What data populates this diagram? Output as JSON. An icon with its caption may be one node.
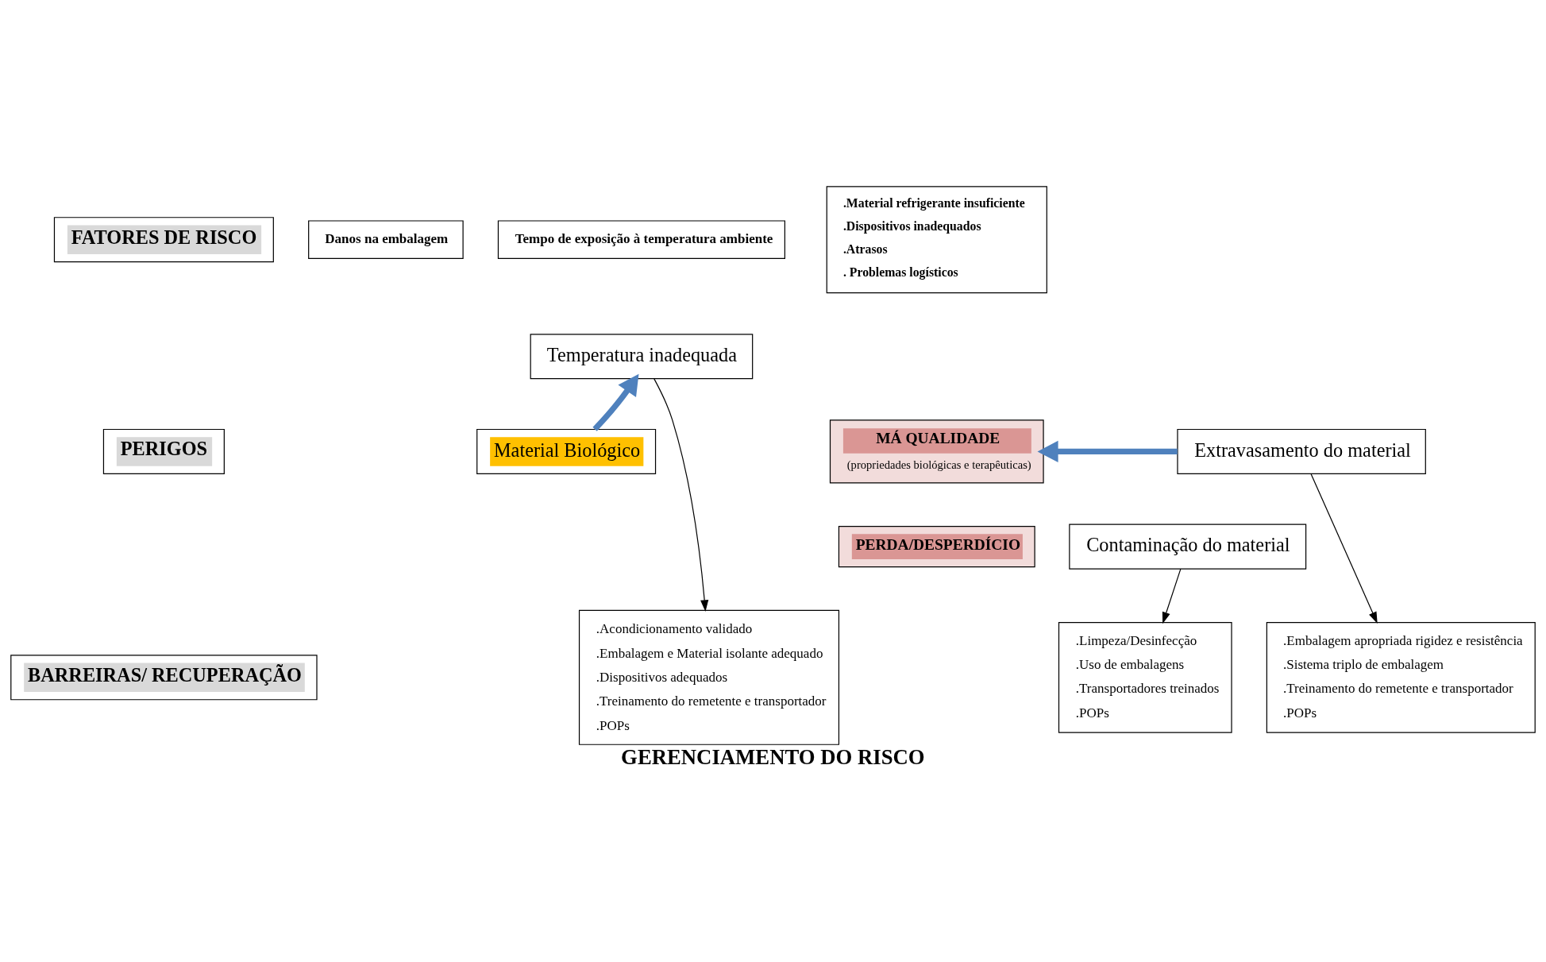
{
  "diagram": {
    "caption": "GERENCIAMENTO DO RISCO",
    "nodes": [
      {
        "text": [
          "FATORES DE RISCO"
        ]
      },
      {
        "text": [
          "Danos na embalagem"
        ]
      },
      {
        "text": [
          "Tempo de exposição à temperatura ambiente"
        ]
      },
      {
        "text": [
          ".Material refrigerante insuficiente",
          ".Dispositivos inadequados",
          ".Atrasos",
          ". Problemas logísticos"
        ]
      },
      {
        "text": [
          "Temperatura inadequada"
        ]
      },
      {
        "text": [
          "PERIGOS"
        ]
      },
      {
        "text": [
          "Material Biológico"
        ]
      },
      {
        "text": [
          "Extravasamento do material"
        ]
      },
      {
        "text": [
          "Contaminação do material"
        ]
      },
      {
        "text": [
          "MÁ QUALIDADE",
          "(propriedades biológicas e terapêuticas)"
        ]
      },
      {
        "text": [
          "PERDA/DESPERDÍCIO"
        ]
      },
      {
        "text": [
          "BARREIRAS/ RECUPERAÇÃO"
        ]
      },
      {
        "text": [
          ".Acondicionamento validado",
          ".Embalagem e Material isolante adequado",
          ".Dispositivos adequados",
          ".Treinamento do remetente e transportador",
          ".POPs"
        ]
      },
      {
        "text": [
          ".Embalagem apropriada rigidez e resistência",
          ".Sistema triplo de embalagem",
          ".Treinamento do remetente e transportador",
          ".POPs"
        ]
      },
      {
        "text": [
          ".Limpeza/Desinfecção",
          ".Uso de embalagens",
          ".Transportadores treinados",
          ".POPs"
        ]
      }
    ],
    "edges": [
      {
        "from": 6,
        "to": 4,
        "arrow": "to",
        "style": "thick",
        "color": "#4f81bd"
      },
      {
        "from": 7,
        "to": 9,
        "arrow": "to",
        "style": "thick",
        "color": "#4f81bd"
      },
      {
        "from": 4,
        "to": 12,
        "arrow": "to"
      },
      {
        "from": 7,
        "to": 13,
        "arrow": "to"
      },
      {
        "from": 8,
        "to": 14,
        "arrow": "to"
      }
    ]
  }
}
